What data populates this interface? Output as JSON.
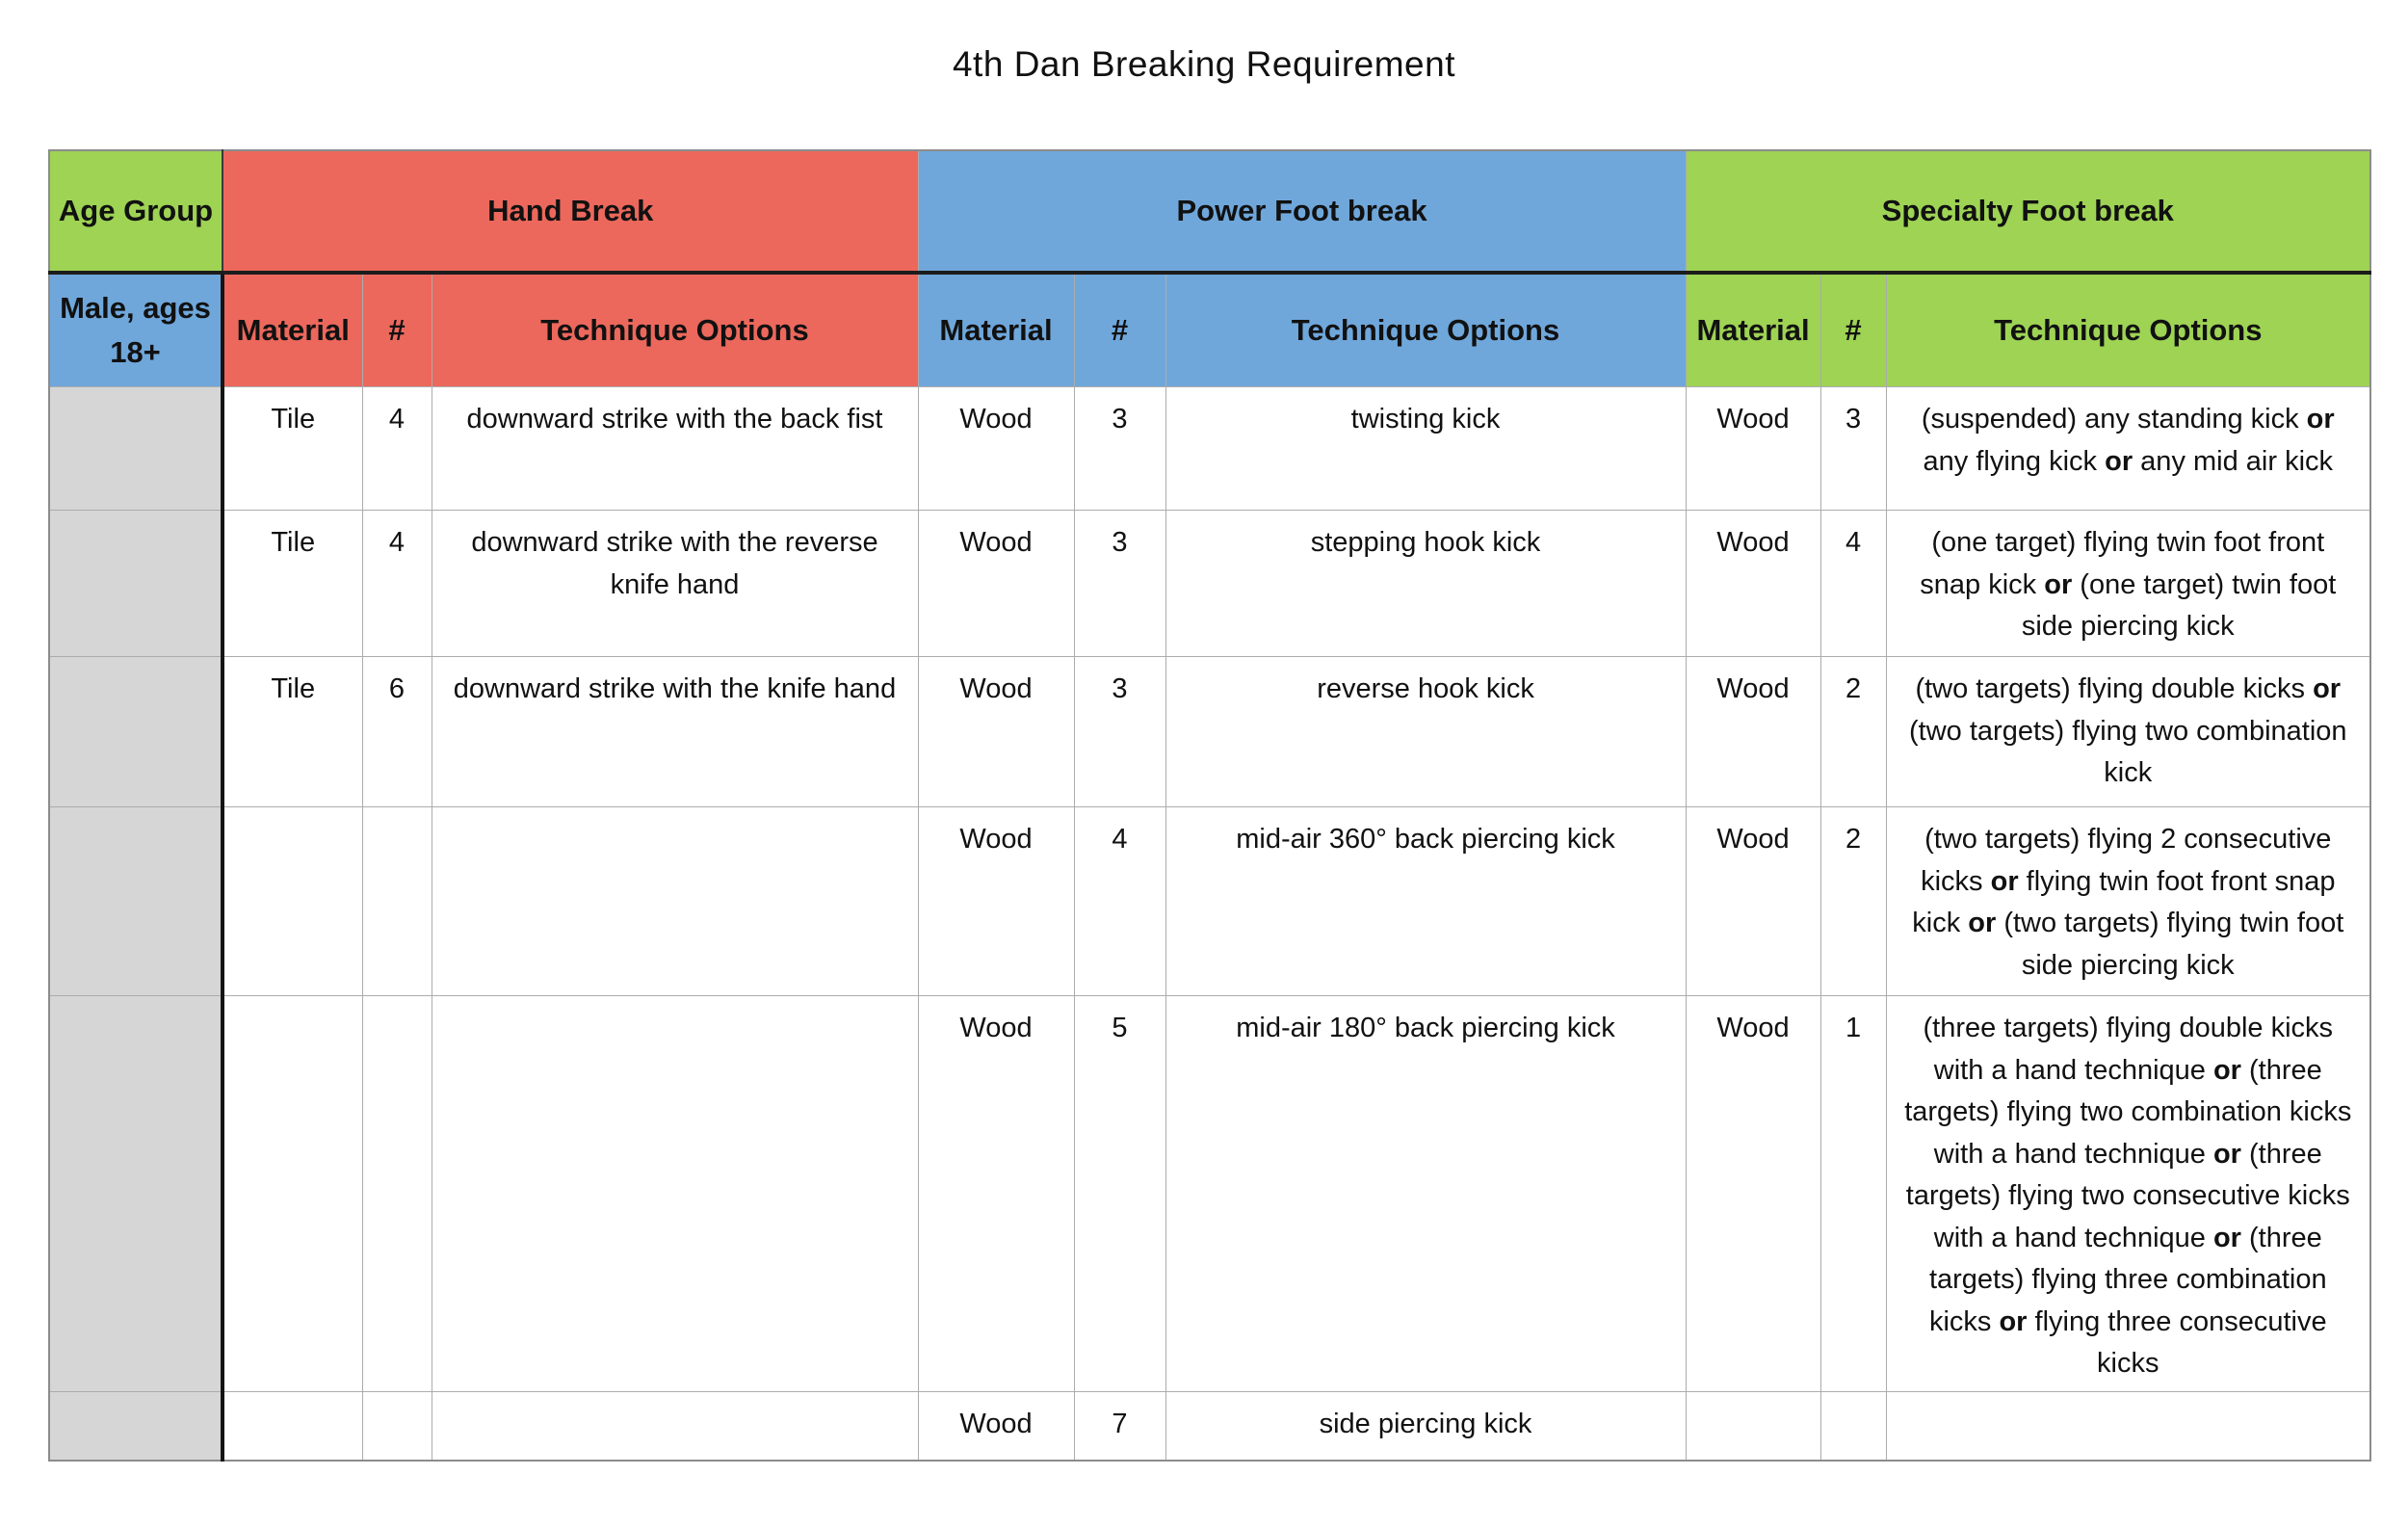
{
  "title": "4th Dan Breaking Requirement",
  "colors": {
    "red": "#EC685C",
    "blue": "#6FA7DB",
    "green": "#9ED354",
    "gray": "#D6D6D6"
  },
  "header": {
    "age_group_label": "Age Group",
    "row_group_label": "Male, ages 18+",
    "sections": [
      {
        "label": "Hand Break"
      },
      {
        "label": "Power Foot break"
      },
      {
        "label": "Specialty Foot break"
      }
    ],
    "sub_columns": {
      "material": "Material",
      "count": "#",
      "technique": "Technique Options"
    }
  },
  "rows": [
    {
      "hand": {
        "material": "Tile",
        "count": "4",
        "technique": [
          {
            "t": "downward strike with the back fist"
          }
        ]
      },
      "power": {
        "material": "Wood",
        "count": "3",
        "technique": [
          {
            "t": "twisting kick"
          }
        ]
      },
      "specialty": {
        "material": "Wood",
        "count": "3",
        "technique": [
          {
            "t": "(suspended) any standing kick "
          },
          {
            "t": "or",
            "b": true
          },
          {
            "t": " any flying kick "
          },
          {
            "t": "or",
            "b": true
          },
          {
            "t": " any mid air kick"
          }
        ]
      }
    },
    {
      "hand": {
        "material": "Tile",
        "count": "4",
        "technique": [
          {
            "t": "downward strike with the reverse knife hand"
          }
        ]
      },
      "power": {
        "material": "Wood",
        "count": "3",
        "technique": [
          {
            "t": "stepping hook kick"
          }
        ]
      },
      "specialty": {
        "material": "Wood",
        "count": "4",
        "technique": [
          {
            "t": "(one target) flying twin foot front snap kick "
          },
          {
            "t": "or",
            "b": true
          },
          {
            "t": "  (one target) twin foot side piercing kick"
          }
        ]
      }
    },
    {
      "hand": {
        "material": "Tile",
        "count": "6",
        "technique": [
          {
            "t": "downward strike with the knife hand"
          }
        ]
      },
      "power": {
        "material": "Wood",
        "count": "3",
        "technique": [
          {
            "t": "reverse hook kick"
          }
        ]
      },
      "specialty": {
        "material": "Wood",
        "count": "2",
        "technique": [
          {
            "t": "(two targets) flying double kicks "
          },
          {
            "t": "or",
            "b": true
          },
          {
            "t": "  (two targets) flying two combination kick"
          }
        ]
      }
    },
    {
      "hand": {
        "material": "",
        "count": "",
        "technique": []
      },
      "power": {
        "material": "Wood",
        "count": "4",
        "technique": [
          {
            "t": "mid-air 360° back piercing kick"
          }
        ]
      },
      "specialty": {
        "material": "Wood",
        "count": "2",
        "technique": [
          {
            "t": "(two targets) flying 2 consecutive kicks  "
          },
          {
            "t": "or",
            "b": true
          },
          {
            "t": " flying twin foot front snap kick "
          },
          {
            "t": "or",
            "b": true
          },
          {
            "t": " (two targets) flying twin foot side piercing kick"
          }
        ]
      }
    },
    {
      "hand": {
        "material": "",
        "count": "",
        "technique": []
      },
      "power": {
        "material": "Wood",
        "count": "5",
        "technique": [
          {
            "t": "mid-air 180° back piercing kick"
          }
        ]
      },
      "specialty": {
        "material": "Wood",
        "count": "1",
        "technique": [
          {
            "t": "(three targets) flying double kicks with a hand technique "
          },
          {
            "t": "or",
            "b": true
          },
          {
            "t": " (three targets) flying two combination kicks with a hand technique "
          },
          {
            "t": "or",
            "b": true
          },
          {
            "t": " (three targets) flying two consecutive kicks with a hand technique "
          },
          {
            "t": "or",
            "b": true
          },
          {
            "t": " (three targets) flying three combination kicks "
          },
          {
            "t": "or",
            "b": true
          },
          {
            "t": " flying three consecutive kicks"
          }
        ]
      }
    },
    {
      "hand": {
        "material": "",
        "count": "",
        "technique": []
      },
      "power": {
        "material": "Wood",
        "count": "7",
        "technique": [
          {
            "t": "side piercing kick"
          }
        ]
      },
      "specialty": {
        "material": "",
        "count": "",
        "technique": []
      }
    }
  ]
}
